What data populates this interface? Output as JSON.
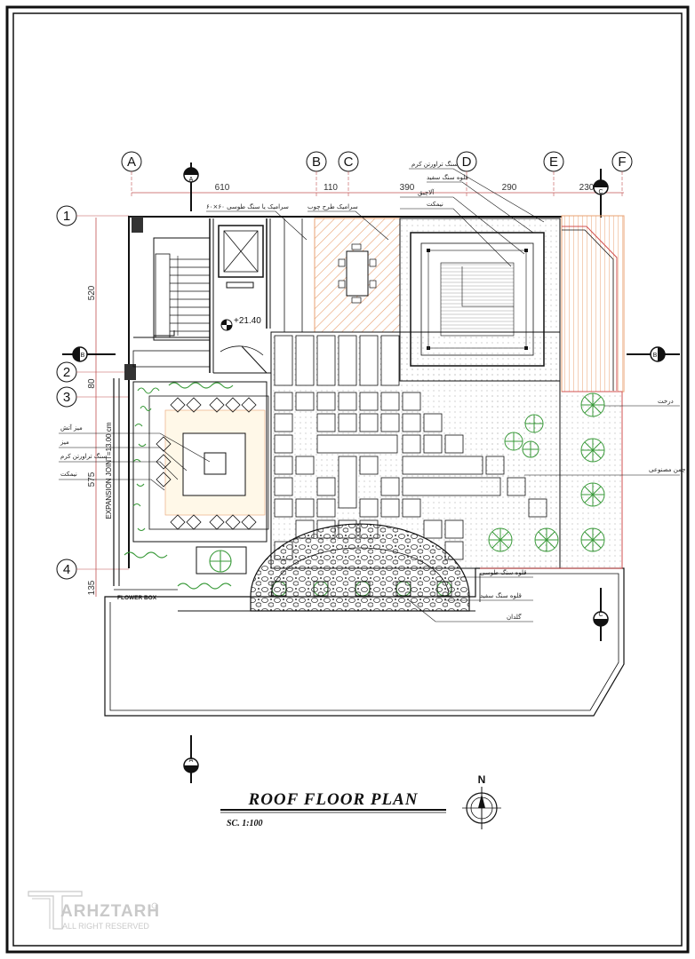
{
  "title": "ROOF FLOOR PLAN",
  "scale": "SC. 1:100",
  "north_label": "N",
  "level_mark": "+21.40",
  "expansion_joint": "EXPANSION JOINT=13.00 cm",
  "flower_box": "FLOWER BOX",
  "grid_columns": [
    "A",
    "B",
    "C",
    "D",
    "E",
    "F"
  ],
  "grid_rows": [
    "1",
    "2",
    "3",
    "4"
  ],
  "column_dimensions": [
    "610",
    "110",
    "390",
    "290",
    "230"
  ],
  "row_dimensions": [
    "520",
    "80",
    "575",
    "135"
  ],
  "section_marks": {
    "A": "A",
    "B": "B",
    "C": "C"
  },
  "labels_top": {
    "tile_stone": "سرامیک یا سنگ طوسی ۶۰×۶۰",
    "wood_tile": "سرامیک طرح چوب",
    "pergola": "آلاچیق",
    "bench_top": "نیمکت",
    "travertine_cream": "سنگ تراورتن کرم",
    "white_pebble_top": "قلوه سنگ سفید"
  },
  "labels_left": {
    "fire_table": "میز آتش",
    "table": "میز",
    "travertine": "سنگ تراورتن کرم",
    "bench": "نیمکت"
  },
  "labels_right": {
    "tree": "درخت",
    "artificial_grass": "چمن مصنوعی"
  },
  "labels_bottom": {
    "grey_pebble": "قلوه سنگ طوسی",
    "white_pebble": "قلوه سنگ سفید",
    "planter": "گلدان"
  },
  "watermark": {
    "brand": "ARHZTARH",
    "sub": "ALL RIGHT RESERVED"
  },
  "colors": {
    "wood": "#e8a070",
    "green": "#3a9a3a",
    "line": "#111111",
    "red": "#d05050",
    "grid": "#c05050"
  }
}
